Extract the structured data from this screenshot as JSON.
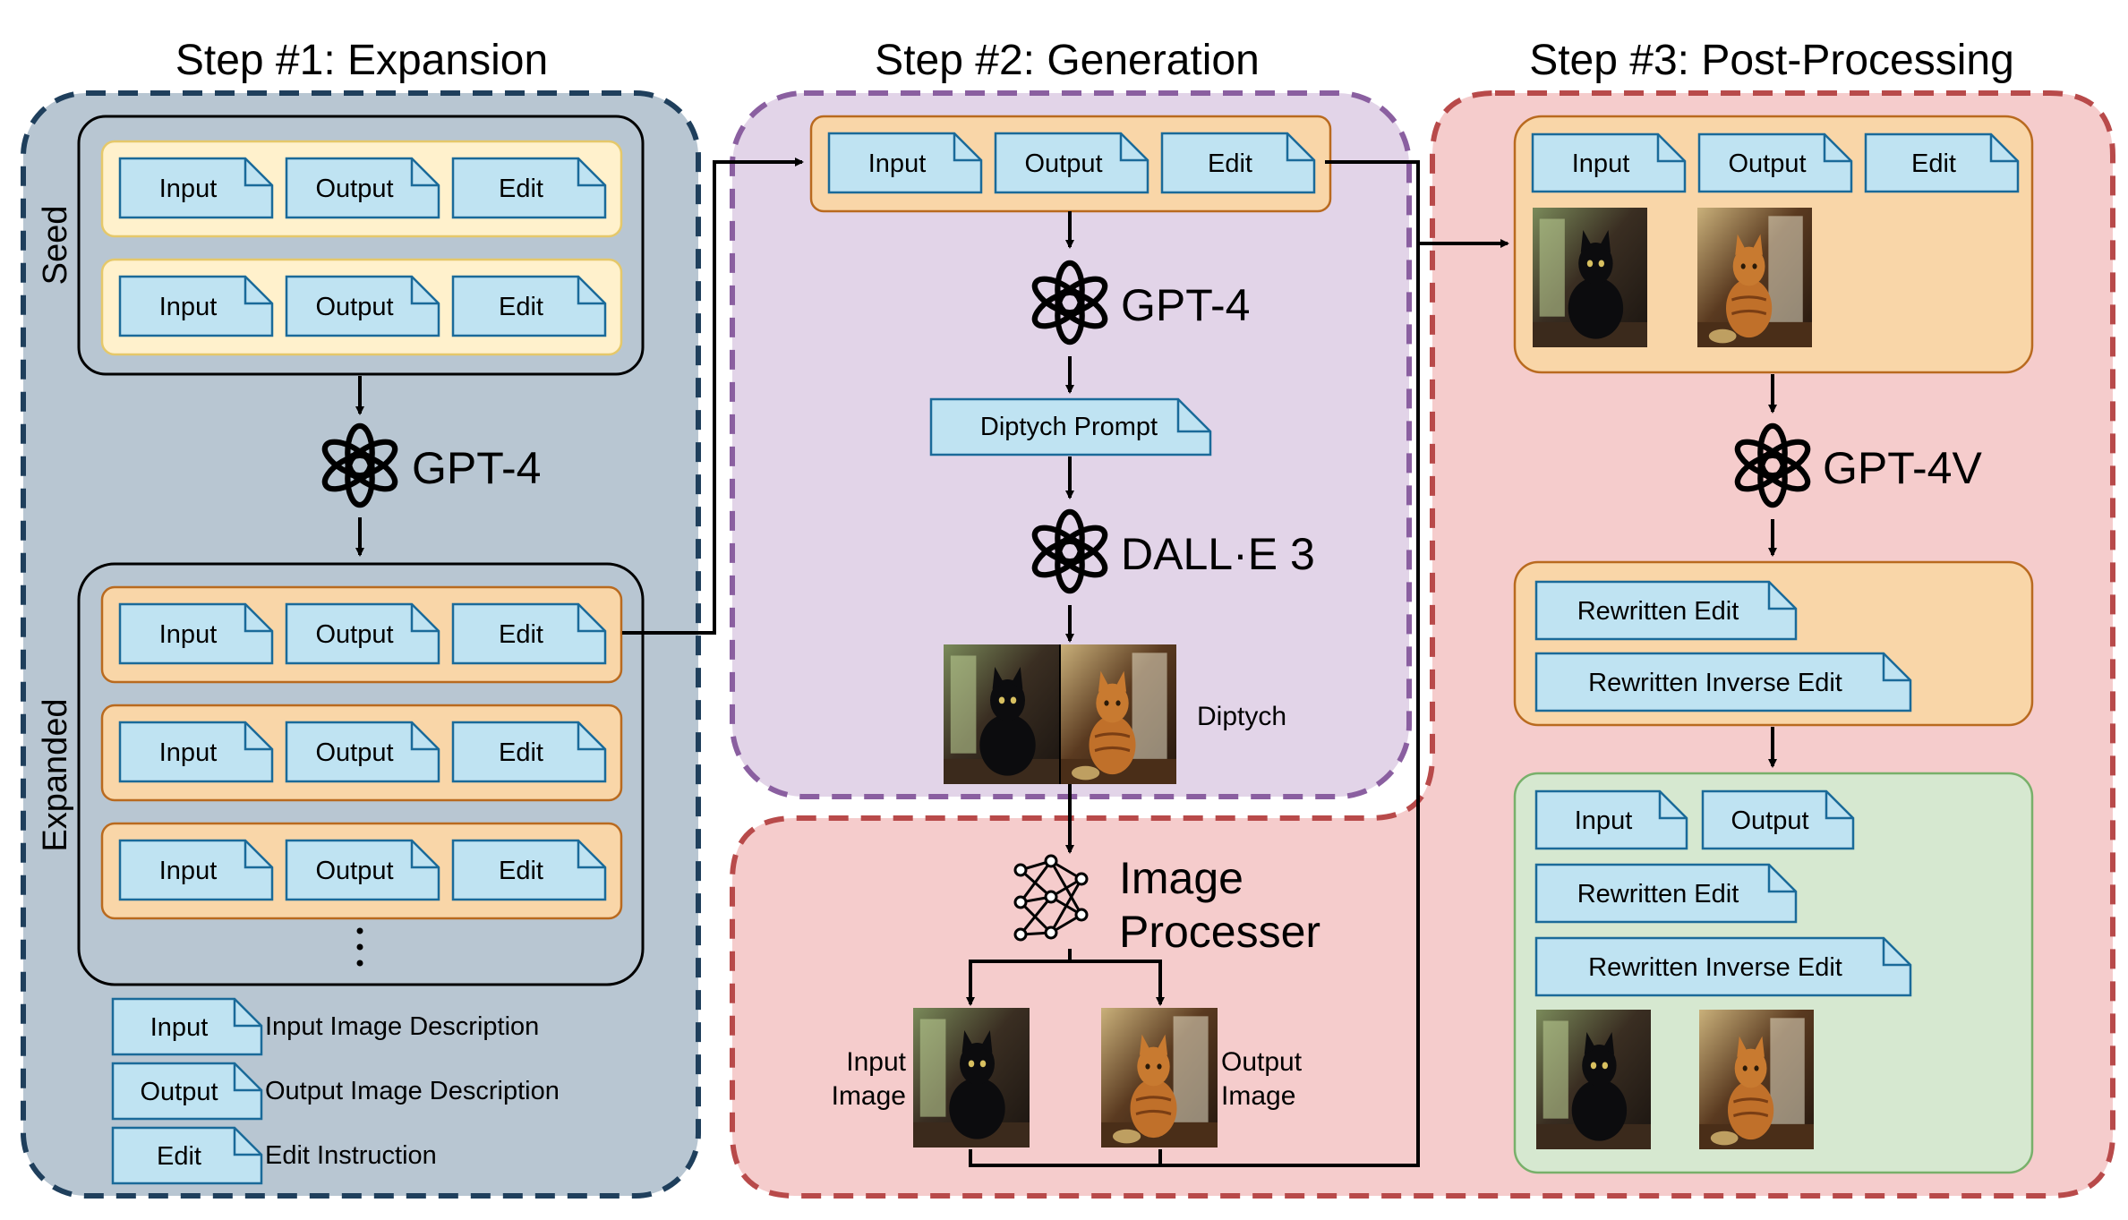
{
  "steps": {
    "step1": "Step #1: Expansion",
    "step2": "Step #2: Generation",
    "step3": "Step #3: Post-Processing"
  },
  "groups": {
    "seed": "Seed",
    "expanded": "Expanded"
  },
  "doc": {
    "input": "Input",
    "output": "Output",
    "edit": "Edit"
  },
  "models": {
    "gpt4_a": "GPT-4",
    "gpt4_b": "GPT-4",
    "dalle": "DALL·E 3",
    "gpt4v": "GPT-4V",
    "image_processor_1": "Image",
    "image_processor_2": "Processer"
  },
  "step2": {
    "diptych_prompt": "Diptych Prompt",
    "diptych": "Diptych"
  },
  "processor_outputs": {
    "input_image_1": "Input",
    "input_image_2": "Image",
    "output_image_1": "Output",
    "output_image_2": "Image"
  },
  "step3": {
    "rewritten_edit": "Rewritten Edit",
    "rewritten_inverse_edit": "Rewritten Inverse Edit"
  },
  "legend": {
    "input_desc": "Input Image Description",
    "output_desc": "Output Image Description",
    "edit_desc": "Edit Instruction"
  },
  "colors": {
    "step1_bg": "#b8c6d2",
    "step1_border": "#1f3f5c",
    "step2_bg": "#e2d4e8",
    "step2_border": "#8a5fa0",
    "step3_bg": "#f5cccc",
    "step3_border": "#b84a4a",
    "doc_fill": "#bfe3f2",
    "doc_stroke": "#1a6a99",
    "seed_row": "#fff1cc",
    "expanded_row": "#f9d6a8",
    "final_box": "#d6e8d0"
  },
  "icons": [
    "openai-logo-icon",
    "neural-network-icon",
    "cat-image-icon"
  ]
}
